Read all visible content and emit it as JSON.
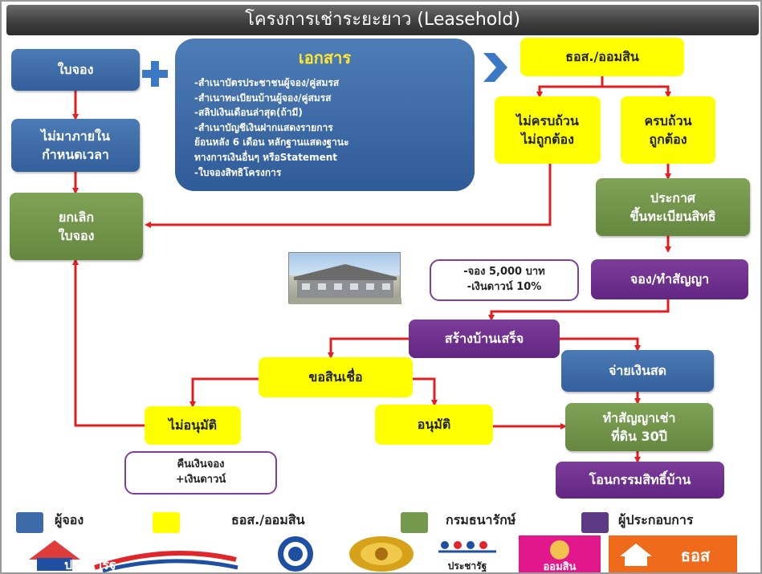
{
  "title": "โครงการเช่าระยะยาว  (Leasehold)",
  "docs": {
    "title": "เอกสาร",
    "lines": [
      "-สำเนาบัตรประชาชนผู้จอง/คู่สมรส",
      "-สำเนาทะเบียนบ้านผู้จอง/คู่สมรส",
      "-สลิปเงินเดือนล่าสุด(ถ้ามี)",
      "-สำเนาบัญชีเงินฝากแสดงรายการ",
      "ย้อนหลัง 6 เดือน หลักฐานแสดงฐานะ",
      "ทางการเงินอื่นๆ หรือStatement",
      "-ใบจองสิทธิโครงการ"
    ]
  },
  "nodes": {
    "reservation": "ใบจอง",
    "not_in_time": [
      "ไม่มาภายใน",
      "กำหนดเวลา"
    ],
    "cancel": [
      "ยกเลิก",
      "ใบจอง"
    ],
    "bank": "ธอส./ออมสิน",
    "incomplete": [
      "ไม่ครบถ้วน",
      "ไม่ถูกต้อง"
    ],
    "complete": [
      "ครบถ้วน",
      "ถูกต้อง"
    ],
    "announce": [
      "ประกาศ",
      "ขึ้นทะเบียนสิทธิ"
    ],
    "deposit": [
      "-จอง 5,000 บาท",
      "-เงินดาวน์  10%"
    ],
    "contract": "จอง/ทำสัญญา",
    "build_done": "สร้างบ้านเสร็จ",
    "loan": "ขอสินเชื่อ",
    "pay_cash": "จ่ายเงินสด",
    "not_approved": "ไม่อนุมัติ",
    "approved": "อนุมัติ",
    "lease": [
      "ทำสัญญาเช่า",
      "ที่ดิน 30ปี"
    ],
    "refund": [
      "คืนเงินจอง",
      "+เงินดาวน์"
    ],
    "transfer": "โอนกรรมสิทธิ์บ้าน"
  },
  "legend": [
    {
      "label": "ผู้จอง",
      "color": "#3d6aa8"
    },
    {
      "label": "ธอส./ออมสิน",
      "color": "#ffff00"
    },
    {
      "label": "กรมธนารักษ์",
      "color": "#74984c"
    },
    {
      "label": "ผู้ประกอบการ",
      "color": "#5d3a84"
    }
  ],
  "logos": [
    {
      "name": "pracharat-housing-logo",
      "text": "ประชารัฐ"
    },
    {
      "name": "government-seal-logo",
      "text": ""
    },
    {
      "name": "treasury-department-logo",
      "text": ""
    },
    {
      "name": "pracharat-people-logo",
      "text": "ประชารัฐ"
    },
    {
      "name": "gsb-logo",
      "text": "ออมสิน"
    },
    {
      "name": "ghb-logo",
      "text": "ธอส"
    }
  ],
  "colors": {
    "arrow": "#e02020",
    "blue": "#3d6aa8",
    "yellow": "#ffff00",
    "green": "#74984c",
    "purple": "#6a2c8c"
  }
}
